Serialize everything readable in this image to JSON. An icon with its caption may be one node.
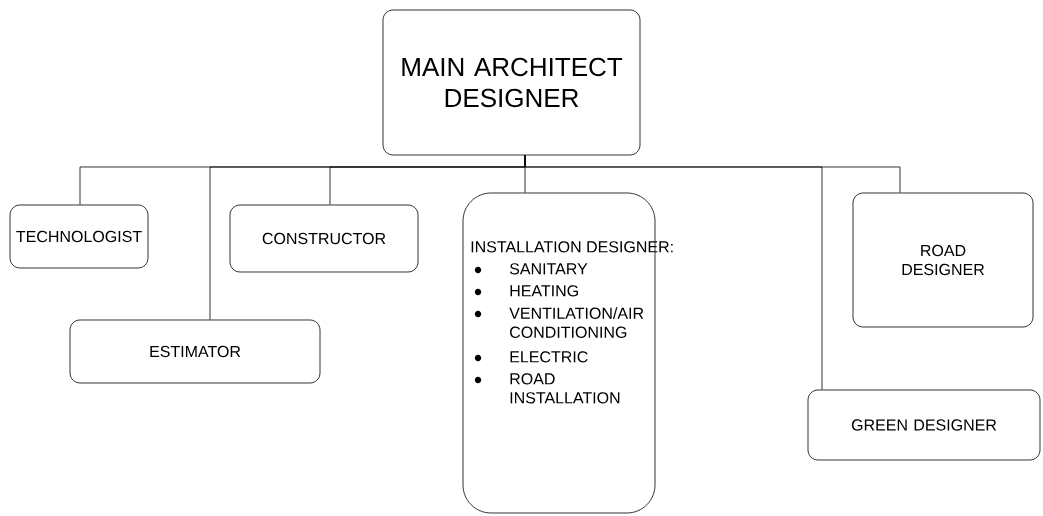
{
  "diagram": {
    "nodes": [
      {
        "text": [
          "MAIN ARCHITECT DESIGNER"
        ]
      },
      {
        "text": [
          "TECHNOLOGIST"
        ]
      },
      {
        "text": [
          "ESTIMATOR"
        ]
      },
      {
        "text": [
          "CONSTRUCTOR"
        ]
      },
      {
        "text": [
          "INSTALLATION DESIGNER:",
          "SANITARY",
          "HEATING",
          "VENTILATION/AIR CONDITIONING",
          "ELECTRIC",
          "ROAD INSTALLATION"
        ]
      },
      {
        "text": [
          "GREEN DESIGNER"
        ]
      },
      {
        "text": [
          "ROAD DESIGNER"
        ]
      }
    ],
    "edges": [
      {
        "from": 0,
        "to": 1,
        "arrow": "none"
      },
      {
        "from": 0,
        "to": 2,
        "arrow": "none"
      },
      {
        "from": 0,
        "to": 3,
        "arrow": "none"
      },
      {
        "from": 0,
        "to": 4,
        "arrow": "none"
      },
      {
        "from": 0,
        "to": 5,
        "arrow": "none"
      },
      {
        "from": 0,
        "to": 6,
        "arrow": "none"
      }
    ]
  }
}
